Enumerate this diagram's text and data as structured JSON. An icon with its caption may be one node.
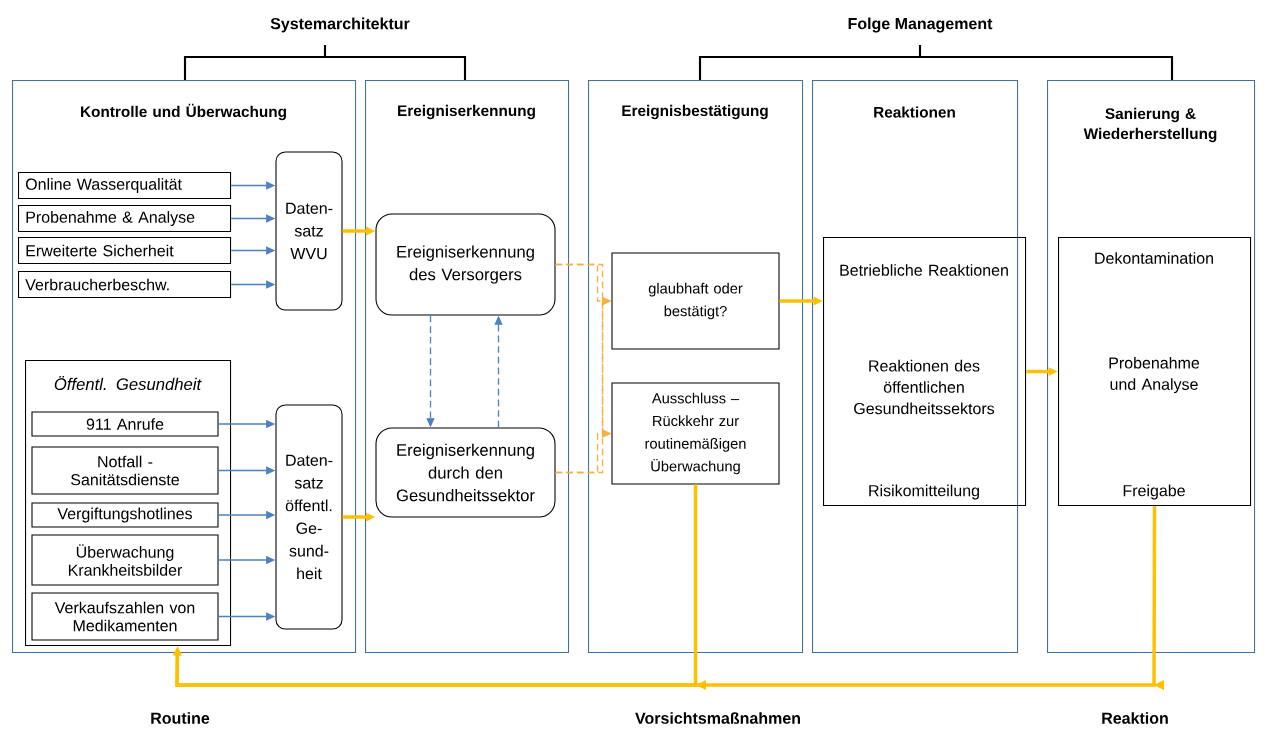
{
  "diagram": {
    "nodes": [
      {
        "text": [
          "Kontrolle und Überwachung"
        ]
      },
      {
        "text": [
          "Online Wasserqualität"
        ],
        "in": 0
      },
      {
        "text": [
          "Probenahme & Analyse"
        ],
        "in": 0
      },
      {
        "text": [
          "Erweiterte Sicherheit"
        ],
        "in": 0
      },
      {
        "text": [
          "Verbraucherbeschw."
        ],
        "in": 0
      },
      {
        "text": [
          "Daten- satz WVU"
        ],
        "in": 0
      },
      {
        "text": [
          "Öffentl. Gesundheit"
        ],
        "in": 0
      },
      {
        "text": [
          "911 Anrufe"
        ],
        "in": 6
      },
      {
        "text": [
          "Notfall - Sanitätsdienste"
        ],
        "in": 6
      },
      {
        "text": [
          "Vergiftungshotlines"
        ],
        "in": 6
      },
      {
        "text": [
          "Überwachung Krankheitsbilder"
        ],
        "in": 6
      },
      {
        "text": [
          "Verkaufszahlen von Medikamenten"
        ],
        "in": 6
      },
      {
        "text": [
          "Daten- satz öffentl. Ge- sund- heit"
        ],
        "in": 0
      },
      {
        "text": [
          "Ereigniserkennung"
        ]
      },
      {
        "text": [
          "Ereigniserkennung des Versorgers"
        ],
        "in": 13
      },
      {
        "text": [
          "Ereigniserkennung durch den Gesundheitssektor"
        ],
        "in": 13
      },
      {
        "text": [
          "Ereignisbestätigung"
        ]
      },
      {
        "text": [
          "glaubhaft oder bestätigt?"
        ],
        "in": 16
      },
      {
        "text": [
          "Ausschluss – Rückkehr zur routinemäßigen Überwachung"
        ],
        "in": 16
      },
      {
        "text": [
          "Reaktionen"
        ]
      },
      {
        "text": [
          "Betriebliche Reaktionen",
          "Reaktionen des öffentlichen Gesundheitssektors",
          "Risikomitteilung"
        ],
        "in": 19
      },
      {
        "text": [
          "Sanierung & Wiederherstellung"
        ]
      },
      {
        "text": [
          "Dekontamination",
          "Probenahme und Analyse",
          "Freigabe"
        ],
        "in": 21
      }
    ],
    "edges": [
      {
        "from": 1,
        "to": 5,
        "arrow": "to"
      },
      {
        "from": 2,
        "to": 5,
        "arrow": "to"
      },
      {
        "from": 3,
        "to": 5,
        "arrow": "to"
      },
      {
        "from": 4,
        "to": 5,
        "arrow": "to"
      },
      {
        "from": 7,
        "to": 12,
        "arrow": "to"
      },
      {
        "from": 8,
        "to": 12,
        "arrow": "to"
      },
      {
        "from": 9,
        "to": 12,
        "arrow": "to"
      },
      {
        "from": 10,
        "to": 12,
        "arrow": "to"
      },
      {
        "from": 11,
        "to": 12,
        "arrow": "to"
      },
      {
        "from": 5,
        "to": 14,
        "arrow": "to",
        "style": "thick",
        "color": "#ffc000"
      },
      {
        "from": 12,
        "to": 15,
        "arrow": "to",
        "style": "thick",
        "color": "#ffc000"
      },
      {
        "from": 14,
        "to": 15,
        "arrow": "to",
        "style": "dashed"
      },
      {
        "from": 15,
        "to": 14,
        "arrow": "to",
        "style": "dashed"
      },
      {
        "from": 14,
        "to": 17,
        "arrow": "to",
        "style": "dashed",
        "color": "#f8b040"
      },
      {
        "from": 14,
        "to": 18,
        "arrow": "to",
        "style": "dashed",
        "color": "#f8b040"
      },
      {
        "from": 15,
        "to": 17,
        "arrow": "to",
        "style": "dashed",
        "color": "#f8b040"
      },
      {
        "from": 15,
        "to": 18,
        "arrow": "to",
        "style": "dashed",
        "color": "#f8b040"
      },
      {
        "from": 17,
        "to": 20,
        "arrow": "to",
        "style": "thick",
        "color": "#ffc000"
      },
      {
        "from": 20,
        "to": 22,
        "arrow": "to",
        "style": "thick",
        "color": "#ffc000"
      },
      {
        "from": 18,
        "to": 6,
        "arrow": "to",
        "style": "thick",
        "color": "#ffc000"
      },
      {
        "from": 22,
        "to": 6,
        "arrow": "to",
        "style": "thick",
        "color": "#ffc000"
      }
    ],
    "labels": [
      "Systemarchitektur",
      "Folge Management",
      "Routine",
      "Vorsichtsmaßnahmen",
      "Reaktion"
    ]
  }
}
